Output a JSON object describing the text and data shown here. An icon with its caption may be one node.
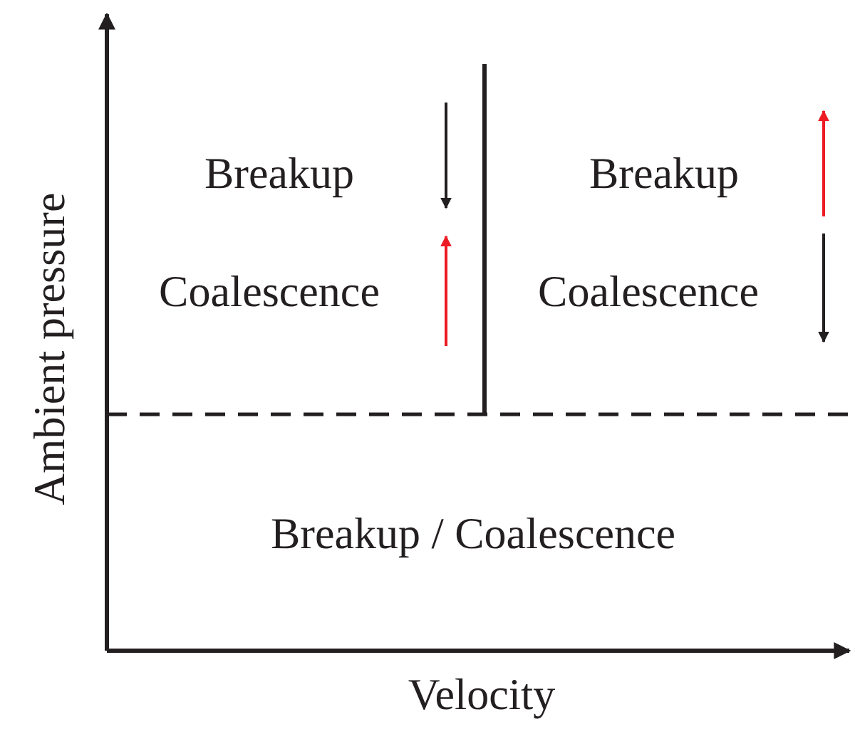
{
  "diagram": {
    "labels": [
      "Breakup",
      "Breakup",
      "Coalescence",
      "Coalescence",
      "Breakup / Coalescence",
      "Ambient pressure",
      "Velocity"
    ]
  }
}
